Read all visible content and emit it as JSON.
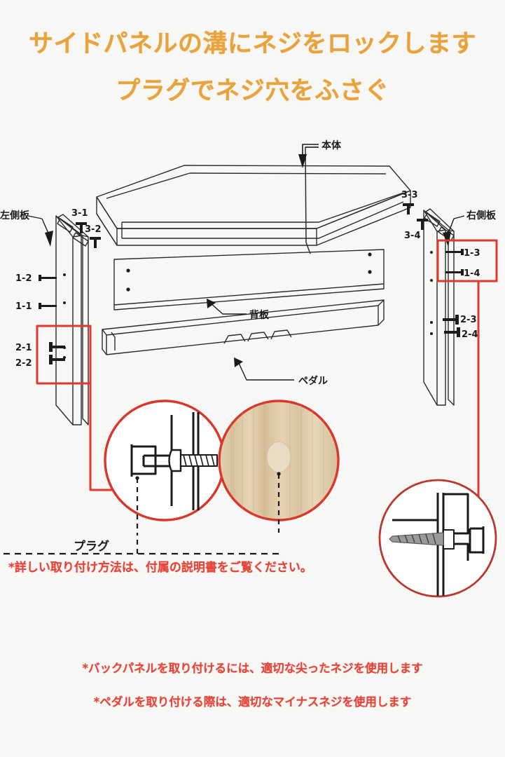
{
  "background_color": "#f7f7f5",
  "headline": {
    "color": "#e8a33d",
    "line1": "サイドパネルの溝にネジをロックします",
    "line2": "プラグでネジ穴をふさぐ"
  },
  "diagram": {
    "parts": {
      "main_body": "本体",
      "left_side_panel": "左側板",
      "right_side_panel": "右側板",
      "back_panel": "背板",
      "pedal": "ペダル",
      "plug": "プラグ"
    },
    "callouts": {
      "left_top": [
        "3-1",
        "3-2"
      ],
      "left_mid": [
        "1-2",
        "1-1"
      ],
      "left_bottom": [
        "2-1",
        "2-2"
      ],
      "right_top": [
        "3-3",
        "3-4"
      ],
      "right_mid": [
        "1-3",
        "1-4"
      ],
      "right_bottom": [
        "2-3",
        "2-4"
      ]
    },
    "highlight_color": "#e0392e",
    "line_color": "#2b2b2b"
  },
  "notes": {
    "color": "#e2453a",
    "manual": "*詳しい取り付け方法は、付属の説明書をご覧ください。",
    "back_panel_screw": "*バックパネルを取り付けるには、適切な尖ったネジを使用します",
    "pedal_screw": "*ペダルを取り付ける際は、適切なマイナスネジを使用します"
  }
}
